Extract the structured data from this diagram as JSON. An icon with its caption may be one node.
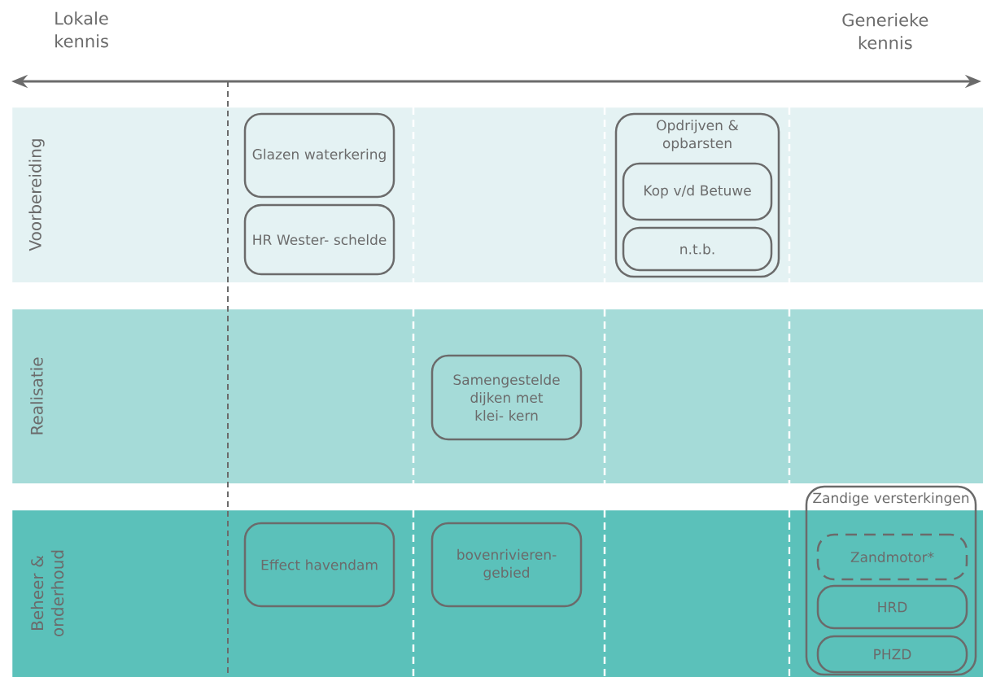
{
  "diagram": {
    "nodes": [
      {
        "text": [
          "Voorbereiding"
        ]
      },
      {
        "text": [
          "Glazen waterkering"
        ],
        "in": 0
      },
      {
        "text": [
          "HR Wester- schelde"
        ],
        "in": 0
      },
      {
        "text": [
          "Opdrijven & opbarsten"
        ],
        "in": 0
      },
      {
        "text": [
          "Kop v/d Betuwe"
        ],
        "in": 3
      },
      {
        "text": [
          "n.t.b."
        ],
        "in": 3
      },
      {
        "text": [
          "Realisatie"
        ]
      },
      {
        "text": [
          "Samengestelde dijken met klei- kern"
        ],
        "in": 6
      },
      {
        "text": [
          "Beheer & onderhoud"
        ]
      },
      {
        "text": [
          "Effect havendam"
        ],
        "in": 8
      },
      {
        "text": [
          "bovenrivieren- gebied"
        ],
        "in": 8
      },
      {
        "text": [
          "Zandige versterkingen"
        ]
      },
      {
        "text": [
          "Zandmotor*"
        ],
        "in": 11
      },
      {
        "text": [
          "HRD"
        ],
        "in": 11
      },
      {
        "text": [
          "PHZD"
        ],
        "in": 11
      }
    ],
    "labels": [
      "Lokale kennis",
      "Generieke kennis"
    ]
  }
}
